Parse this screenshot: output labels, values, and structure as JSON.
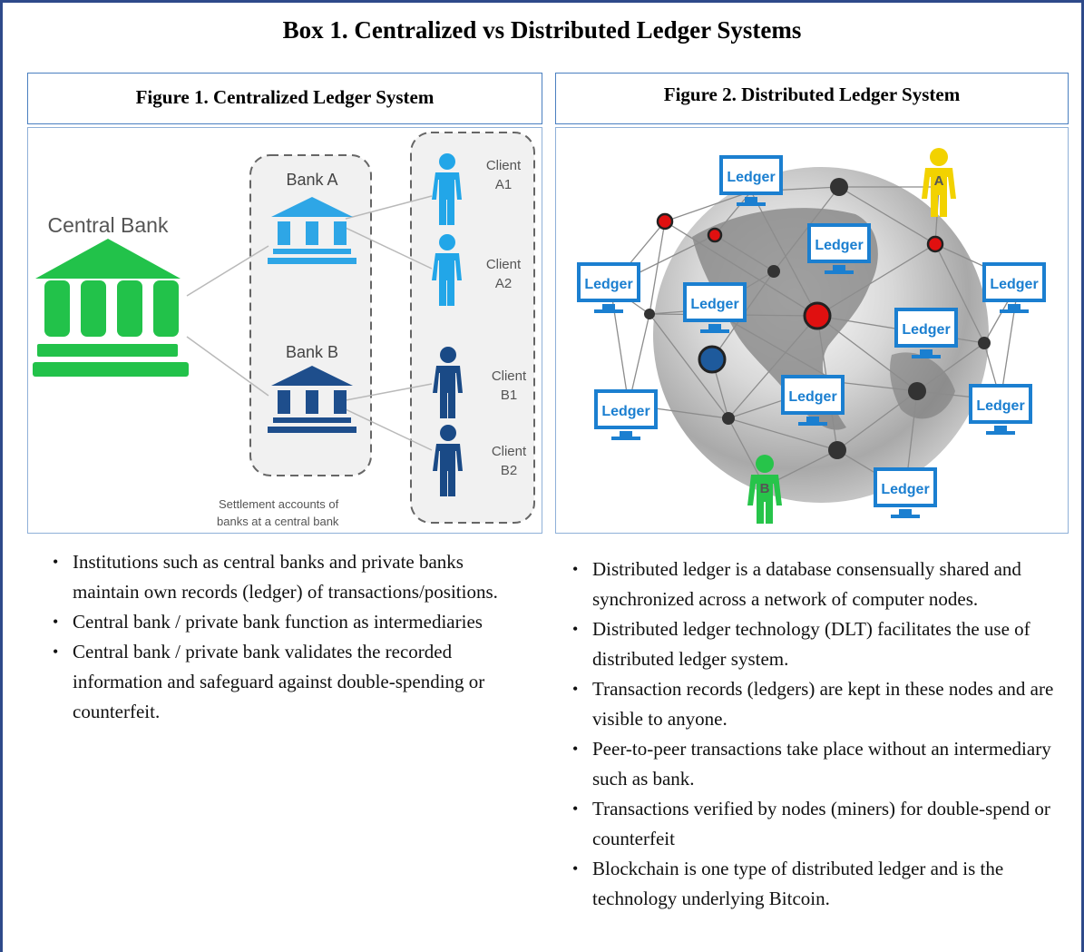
{
  "title": "Box 1. Centralized vs Distributed Ledger Systems",
  "figure1": {
    "title": "Figure 1. Centralized Ledger System",
    "central_bank_label": "Central Bank",
    "bank_a_label": "Bank A",
    "bank_b_label": "Bank B",
    "clients": [
      {
        "line1": "Client",
        "line2": "A1"
      },
      {
        "line1": "Client",
        "line2": "A2"
      },
      {
        "line1": "Client",
        "line2": "B1"
      },
      {
        "line1": "Client",
        "line2": "B2"
      }
    ],
    "caption_line1": "Settlement accounts of",
    "caption_line2": "banks at a central bank",
    "colors": {
      "central": "#22c24a",
      "bank_a": "#2ea6e6",
      "bank_b": "#1e4e8c",
      "client_a": "#22a6e8",
      "client_b": "#1a4a86"
    }
  },
  "figure2": {
    "title": "Figure 2. Distributed Ledger System",
    "ledger_label": "Ledger",
    "person_a_label": "A",
    "person_b_label": "B",
    "colors": {
      "monitor": "#1b7fd0",
      "person_a": "#f2d200",
      "person_b": "#27c44a",
      "node_red": "#e01010",
      "node_dark": "#333333",
      "node_blue": "#1e5a9c"
    }
  },
  "left_bullets": [
    "Institutions such as central banks and private banks maintain own records (ledger) of transactions/positions.",
    "Central bank / private bank function as intermediaries",
    "Central bank / private bank validates the recorded information and safeguard against double-spending or counterfeit."
  ],
  "right_bullets": [
    "Distributed ledger is a database consensually shared and synchronized across a network of computer nodes.",
    "Distributed ledger technology (DLT) facilitates the use of distributed ledger system.",
    "Transaction records (ledgers) are kept in these nodes and are visible to anyone.",
    "Peer-to-peer transactions take place without an intermediary such as bank.",
    "Transactions verified by nodes (miners) for double-spend or counterfeit",
    "Blockchain is one type of distributed ledger and is the technology underlying Bitcoin."
  ]
}
